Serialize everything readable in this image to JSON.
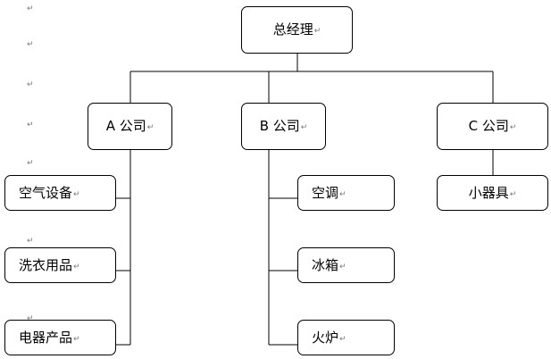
{
  "diagram": {
    "paragraph_mark": "↵",
    "root": {
      "label": "总经理"
    },
    "companies": [
      {
        "label": "A 公司",
        "children": [
          "空气设备",
          "洗衣用品",
          "电器产品"
        ]
      },
      {
        "label": "B 公司",
        "children": [
          "空调",
          "冰箱",
          "火炉"
        ]
      },
      {
        "label": "C 公司",
        "children": [
          "小器具"
        ]
      }
    ]
  },
  "colors": {
    "line": "#000000",
    "box_border": "#000000",
    "background": "#ffffff",
    "paragraph_mark": "#777777"
  }
}
